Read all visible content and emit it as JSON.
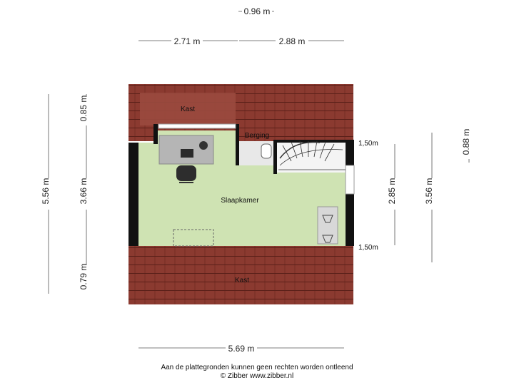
{
  "dimensions": {
    "top_small": "0.96 m",
    "top_left": "2.71 m",
    "top_right": "2.88 m",
    "bottom": "5.69 m",
    "left_total": "5.56 m",
    "left_top": "0.85 m",
    "left_mid": "3.66 m",
    "left_bottom": "0.79 m",
    "right_mid": "2.85 m",
    "right_total": "3.56 m",
    "right_top": "0.88 m",
    "height_upper": "1,50m",
    "height_lower": "1,50m"
  },
  "rooms": {
    "kast_top": "Kast",
    "berging": "Berging",
    "slaapkamer": "Slaapkamer",
    "kast_bottom": "Kast"
  },
  "footer": {
    "line1": "Aan de plattegronden kunnen geen rechten worden ontleend",
    "line2": "© Zibber www.zibber.nl"
  },
  "colors": {
    "roof": "#8b3a30",
    "floor": "#cfe3b3",
    "wall": "#111111"
  }
}
